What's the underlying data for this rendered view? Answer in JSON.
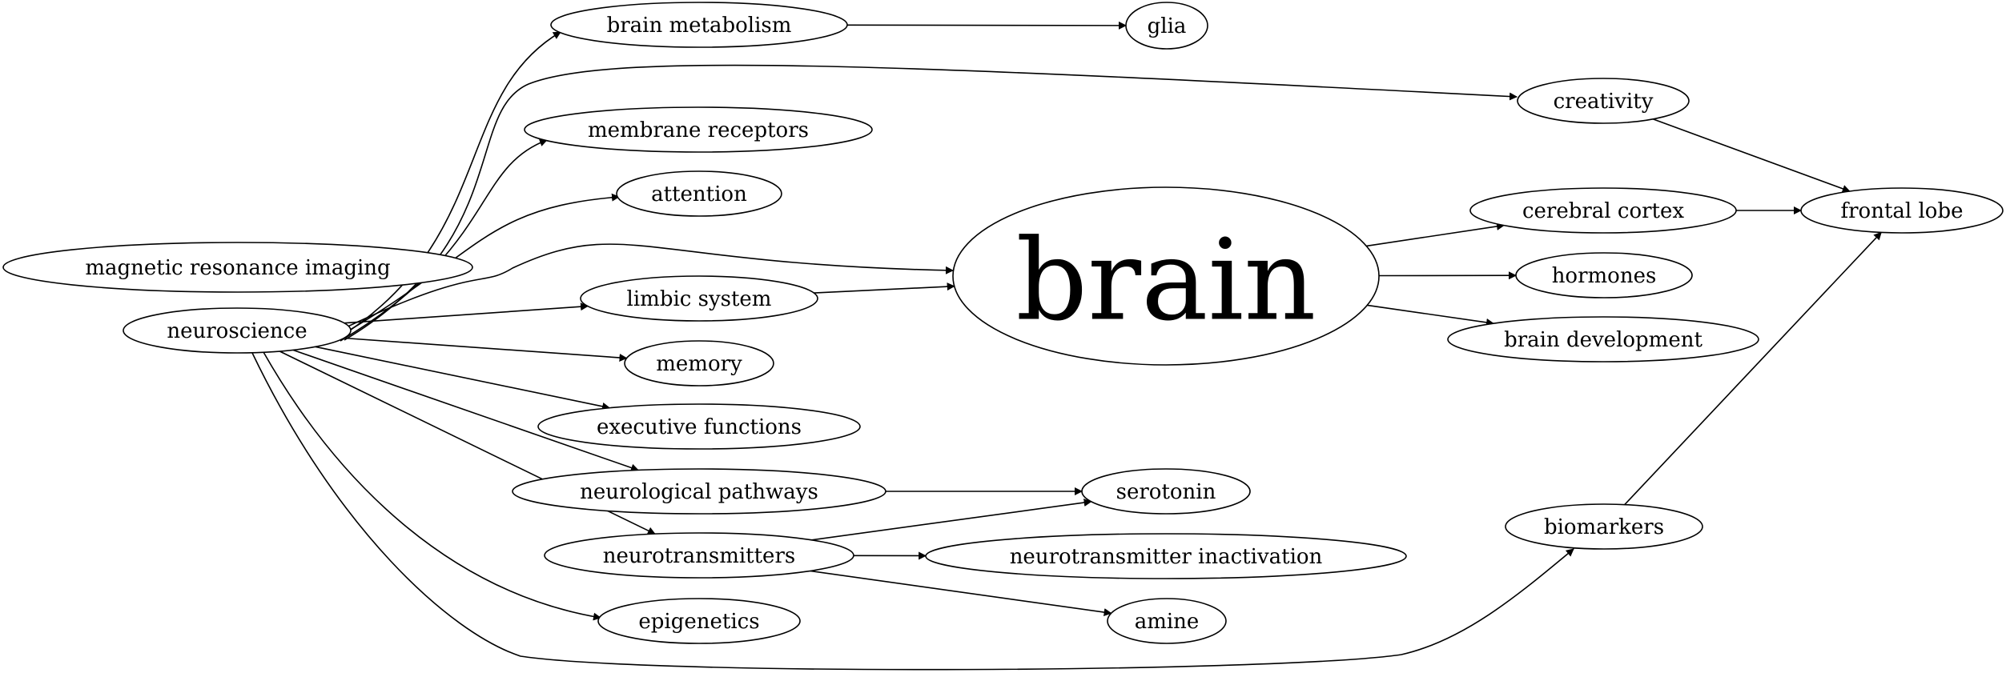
{
  "graph": {
    "nodes": [
      {
        "id": "magnetic_resonance_imaging",
        "label": "magnetic resonance imaging"
      },
      {
        "id": "neuroscience",
        "label": "neuroscience"
      },
      {
        "id": "brain_metabolism",
        "label": "brain metabolism"
      },
      {
        "id": "membrane_receptors",
        "label": "membrane receptors"
      },
      {
        "id": "attention",
        "label": "attention"
      },
      {
        "id": "limbic_system",
        "label": "limbic system"
      },
      {
        "id": "memory",
        "label": "memory"
      },
      {
        "id": "executive_functions",
        "label": "executive functions"
      },
      {
        "id": "neurological_pathways",
        "label": "neurological pathways"
      },
      {
        "id": "neurotransmitters",
        "label": "neurotransmitters"
      },
      {
        "id": "epigenetics",
        "label": "epigenetics"
      },
      {
        "id": "glia",
        "label": "glia"
      },
      {
        "id": "brain",
        "label": "brain"
      },
      {
        "id": "serotonin",
        "label": "serotonin"
      },
      {
        "id": "neurotransmitter_inactivation",
        "label": "neurotransmitter inactivation"
      },
      {
        "id": "amine",
        "label": "amine"
      },
      {
        "id": "creativity",
        "label": "creativity"
      },
      {
        "id": "cerebral_cortex",
        "label": "cerebral cortex"
      },
      {
        "id": "hormones",
        "label": "hormones"
      },
      {
        "id": "brain_development",
        "label": "brain development"
      },
      {
        "id": "biomarkers",
        "label": "biomarkers"
      },
      {
        "id": "frontal_lobe",
        "label": "frontal lobe"
      }
    ],
    "edges": [
      {
        "from": "neuroscience",
        "to": "brain_metabolism"
      },
      {
        "from": "neuroscience",
        "to": "creativity"
      },
      {
        "from": "neuroscience",
        "to": "membrane_receptors"
      },
      {
        "from": "neuroscience",
        "to": "attention"
      },
      {
        "from": "neuroscience",
        "to": "brain"
      },
      {
        "from": "neuroscience",
        "to": "limbic_system"
      },
      {
        "from": "neuroscience",
        "to": "memory"
      },
      {
        "from": "neuroscience",
        "to": "executive_functions"
      },
      {
        "from": "neuroscience",
        "to": "neurological_pathways"
      },
      {
        "from": "neuroscience",
        "to": "neurotransmitters"
      },
      {
        "from": "neuroscience",
        "to": "epigenetics"
      },
      {
        "from": "neuroscience",
        "to": "biomarkers"
      },
      {
        "from": "brain_metabolism",
        "to": "glia"
      },
      {
        "from": "limbic_system",
        "to": "brain"
      },
      {
        "from": "neurological_pathways",
        "to": "serotonin"
      },
      {
        "from": "neurotransmitters",
        "to": "serotonin"
      },
      {
        "from": "neurotransmitters",
        "to": "neurotransmitter_inactivation"
      },
      {
        "from": "neurotransmitters",
        "to": "amine"
      },
      {
        "from": "brain",
        "to": "cerebral_cortex"
      },
      {
        "from": "brain",
        "to": "hormones"
      },
      {
        "from": "brain",
        "to": "brain_development"
      },
      {
        "from": "creativity",
        "to": "frontal_lobe"
      },
      {
        "from": "cerebral_cortex",
        "to": "frontal_lobe"
      },
      {
        "from": "biomarkers",
        "to": "frontal_lobe"
      }
    ]
  }
}
